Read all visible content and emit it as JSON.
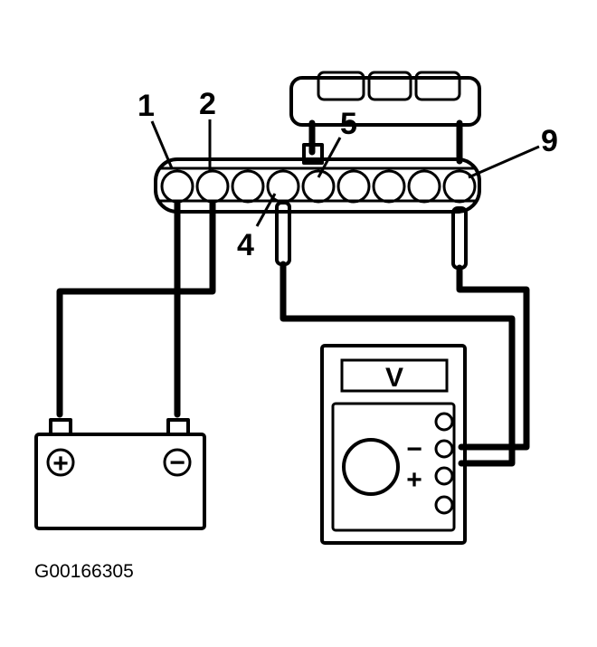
{
  "diagram": {
    "callouts": {
      "c1": "1",
      "c2": "2",
      "c4": "4",
      "c5": "5",
      "c9": "9"
    },
    "meter": {
      "display_text": "V",
      "minus_symbol": "−",
      "plus_symbol": "+"
    },
    "battery": {
      "positive_symbol": "+",
      "negative_symbol": "−"
    },
    "figure_id": "G00166305"
  }
}
